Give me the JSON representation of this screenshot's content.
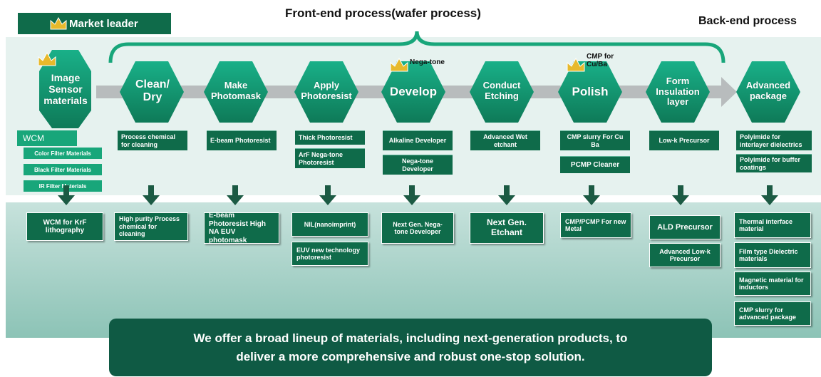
{
  "legend": {
    "label": "Market leader"
  },
  "titles": {
    "front_end": "Front-end process(wafer process)",
    "back_end": "Back-end process"
  },
  "stages": [
    {
      "label": "Image Sensor materials"
    },
    {
      "label": "Clean/ Dry"
    },
    {
      "label": "Make Photomask"
    },
    {
      "label": "Apply Photoresist"
    },
    {
      "label": "Develop"
    },
    {
      "label": "Conduct Etching"
    },
    {
      "label": "Polish"
    },
    {
      "label": "Form Insulation layer"
    },
    {
      "label": "Advanced package"
    }
  ],
  "badges": {
    "nega_tone": "Nega-tone",
    "cmp_for": "CMP for Cu/Ba"
  },
  "current": {
    "wcm": "WCM",
    "image_sensor": [
      "Color Filter Materials",
      "Black Filter Materials",
      "IR Filter Materials"
    ],
    "clean": "Process chemical for cleaning",
    "photomask": "E-beam Photoresist",
    "photoresist": [
      "Thick Photoresist",
      "ArF Nega-tone Photoresist"
    ],
    "develop": [
      "Alkaline Developer",
      "Nega-tone Developer"
    ],
    "etching": "Advanced Wet etchant",
    "polish": [
      "CMP slurry For Cu Ba",
      "PCMP Cleaner"
    ],
    "insulation": "Low-k Precursor",
    "package": [
      "Polyimide for interlayer dielectrics",
      "Polyimide for buffer coatings"
    ]
  },
  "next": {
    "image_sensor": "WCM for KrF lithography",
    "clean": "High purity Process chemical for cleaning",
    "photomask": "E-beam Photoresist High NA EUV photomask",
    "photoresist": [
      "NIL(nanoimprint)",
      "EUV new technology photoresist"
    ],
    "develop": "Next Gen. Nega-tone Developer",
    "etching": "Next Gen. Etchant",
    "polish": "CMP/PCMP For new Metal",
    "insulation": [
      "ALD Precursor",
      "Advanced Low-k Precursor"
    ],
    "package": [
      "Thermal interface material",
      "Film type Dielectric materials",
      "Magnetic material for inductors",
      "CMP slurry for advanced package"
    ]
  },
  "callout": {
    "line1": "We offer a broad lineup of materials, including next-generation products, to",
    "line2": "deliver a more comprehensive and robust one-stop solution."
  },
  "colors": {
    "dark_green": "#0f6b4a",
    "mid_green": "#18a67a",
    "hex_green": "#13a07a",
    "crown_gold": "#e7b92b",
    "band_light": "#e6f2ef",
    "band_teal": "#8cc3b6"
  }
}
